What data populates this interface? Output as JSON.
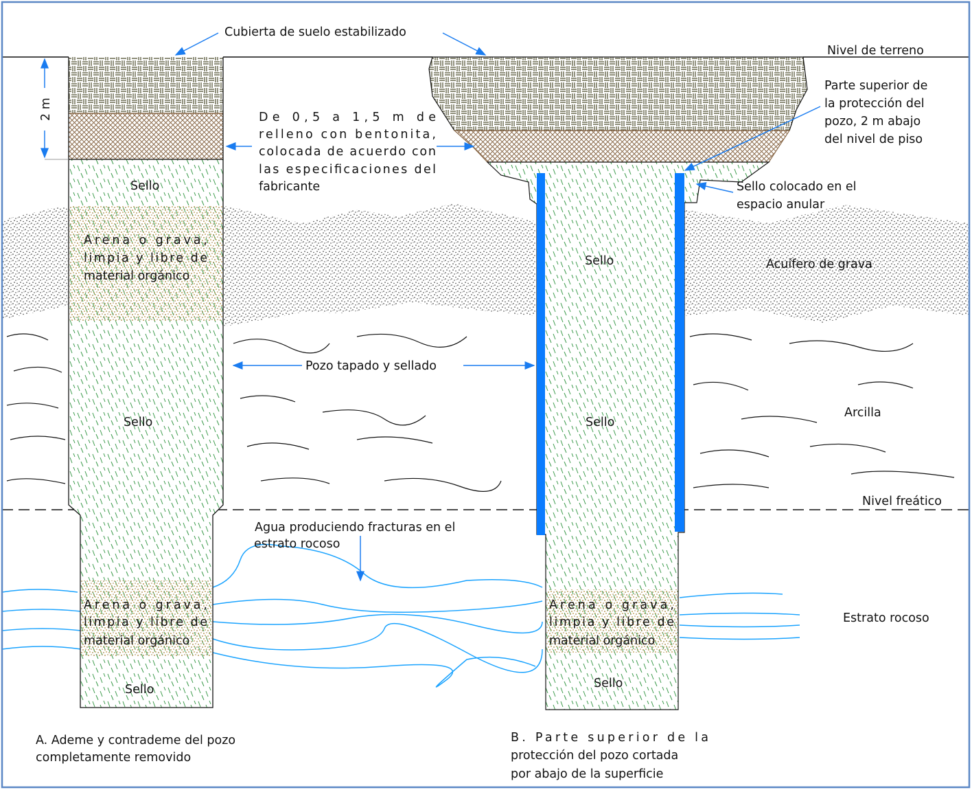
{
  "colors": {
    "border": "#5b87c5",
    "casing": "#0a7cff",
    "arrow": "#1a7cf0",
    "water": "#1aa3ff",
    "seal": "#3a9a4a",
    "bentonite": "#8b6a4a",
    "cover": "#4a4a2a",
    "sand": "#b89a5a"
  },
  "labels": {
    "cover": "Cubierta de suelo estabilizado",
    "ground_level": "Nivel de terreno",
    "depth": "2 m",
    "bentonite": [
      "De 0,5 a 1,5 m de",
      "relleno con bentonita,",
      "colocada de acuerdo con",
      "las especificaciones del",
      "fabricante"
    ],
    "top_protection": [
      "Parte superior de",
      "la protección del",
      "pozo, 2 m abajo",
      "del nivel de piso"
    ],
    "annular_seal": [
      "Sello colocado en el",
      "espacio anular"
    ],
    "seal": "Sello",
    "sand_gravel": [
      "Arena o grava,",
      "limpia y libre de",
      "material orgánico"
    ],
    "gravel_aquifer": "Acuífero de grava",
    "plugged_well": "Pozo tapado y sellado",
    "clay": "Arcilla",
    "water_table": "Nivel freático",
    "water_fractures": [
      "Agua produciendo fracturas en el",
      "estrato rocoso"
    ],
    "bedrock": "Estrato rocoso",
    "caption_a": [
      "A. Ademe y contrademe del pozo",
      "completamente removido"
    ],
    "caption_b": [
      "B. Parte superior de la",
      "protección del pozo cortada",
      "por abajo de la superficie"
    ]
  }
}
